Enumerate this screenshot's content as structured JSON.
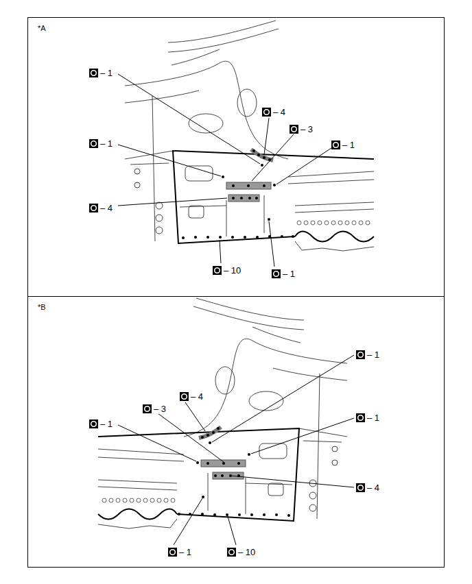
{
  "diagram": {
    "nodes": [
      {
        "text": [
          "*A"
        ]
      },
      {
        "text": [
          "*B"
        ]
      }
    ],
    "labels": [
      "– 1",
      "– 1",
      "– 4",
      "– 3",
      "– 1",
      "– 4",
      "– 10",
      "– 1",
      "– 1",
      "– 4",
      "– 1",
      "– 3",
      "– 1",
      "– 4",
      "– 1",
      "– 10"
    ]
  }
}
